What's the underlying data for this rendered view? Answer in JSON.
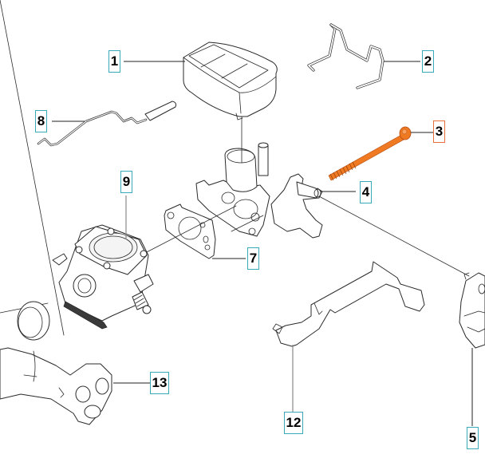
{
  "diagram": {
    "colors": {
      "callout_border": "#3aa9b9",
      "callout_highlight_border": "#e8703a",
      "highlighted_part": "#f07a22",
      "line": "#2a2a2a"
    },
    "callouts": [
      {
        "number": "1",
        "part": "air-filter-cover",
        "highlighted": false
      },
      {
        "number": "2",
        "part": "wire-clip",
        "highlighted": false
      },
      {
        "number": "3",
        "part": "screw",
        "highlighted": true
      },
      {
        "number": "4",
        "part": "bushing",
        "highlighted": false
      },
      {
        "number": "5",
        "part": "choke-bracket",
        "highlighted": false
      },
      {
        "number": "7",
        "part": "gasket",
        "highlighted": false
      },
      {
        "number": "8",
        "part": "throttle-rod",
        "highlighted": false
      },
      {
        "number": "9",
        "part": "carburetor",
        "highlighted": false
      },
      {
        "number": "12",
        "part": "choke-lever",
        "highlighted": false
      },
      {
        "number": "13",
        "part": "intake-manifold",
        "highlighted": false
      }
    ]
  }
}
